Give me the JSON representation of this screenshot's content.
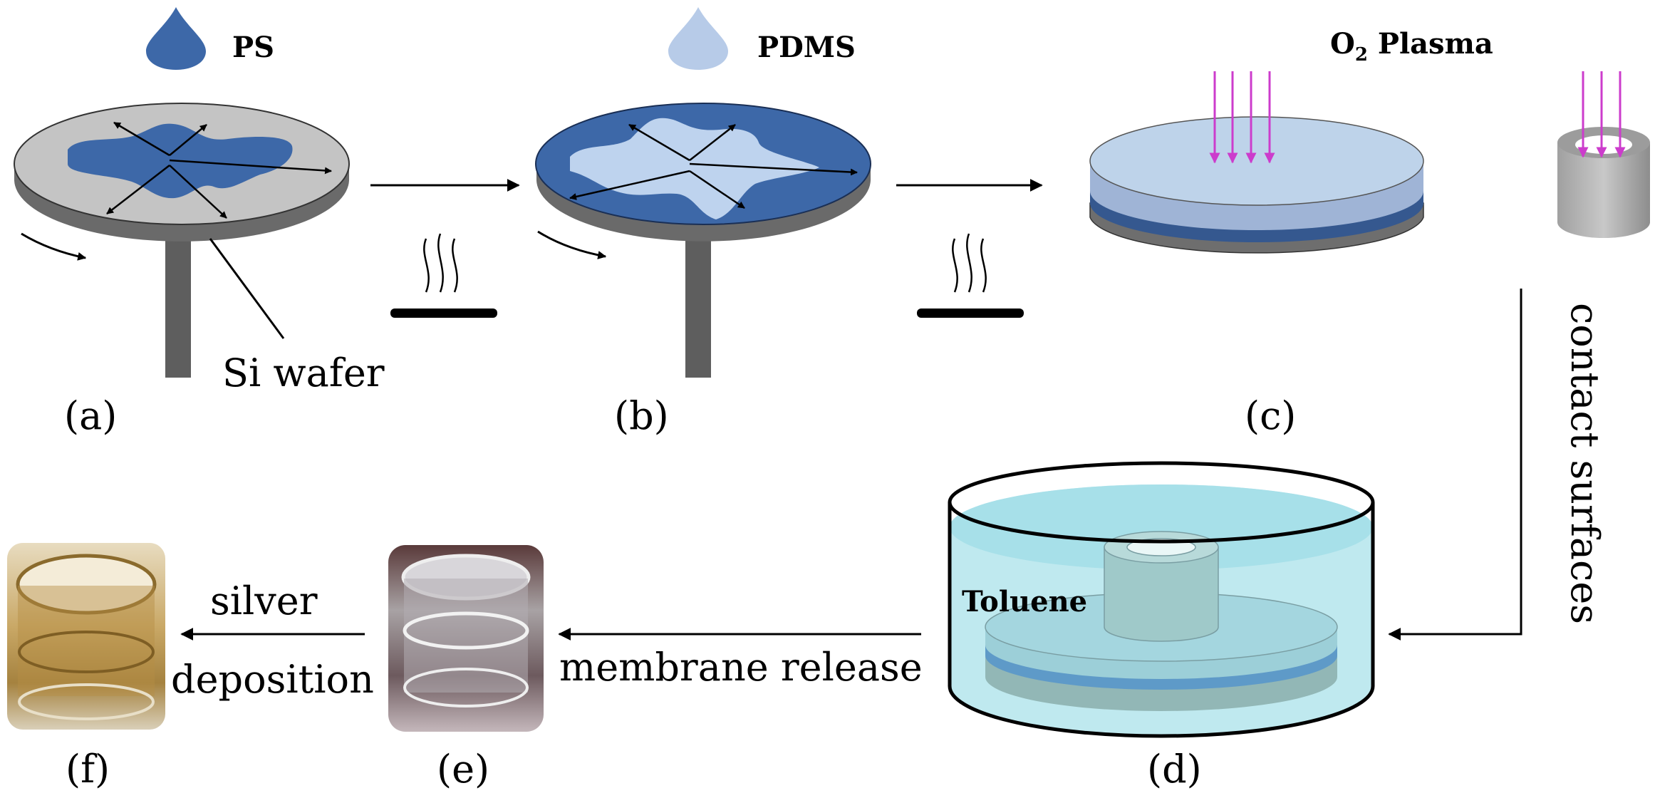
{
  "reagents": {
    "ps_label": "PS",
    "pdms_label": "PDMS",
    "plasma_label_main": "O",
    "plasma_label_sub": "2",
    "plasma_label_rest": " Plasma"
  },
  "labels": {
    "si_wafer": "Si wafer",
    "toluene": "Toluene",
    "contact_surfaces": "contact surfaces",
    "membrane_release": "membrane release",
    "silver": "silver",
    "deposition": "deposition"
  },
  "panels": {
    "a": "(a)",
    "b": "(b)",
    "c": "(c)",
    "d": "(d)",
    "e": "(e)",
    "f": "(f)"
  },
  "colors": {
    "ps_blue": "#3d68a8",
    "pdms_light": "#b7cbe8",
    "wafer_gray": "#c4c4c4",
    "wafer_side": "#6a6a6a",
    "plasma_magenta": "#cc3ccc",
    "toluene_cyan": "#bfe9ef",
    "arrow_black": "#000000"
  }
}
